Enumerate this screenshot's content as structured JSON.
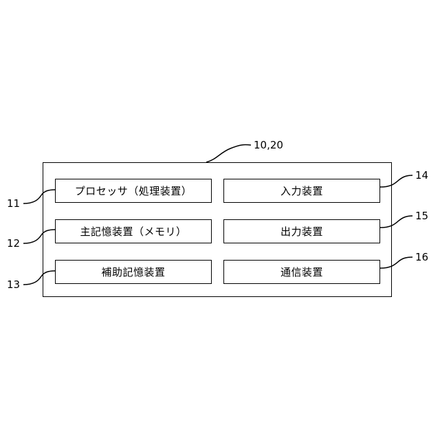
{
  "diagram": {
    "system_ref": "10,20",
    "left_column": [
      {
        "ref": "11",
        "label": "プロセッサ（処理装置）"
      },
      {
        "ref": "12",
        "label": "主記憶装置（メモリ）"
      },
      {
        "ref": "13",
        "label": "補助記憶装置"
      }
    ],
    "right_column": [
      {
        "ref": "14",
        "label": "入力装置"
      },
      {
        "ref": "15",
        "label": "出力装置"
      },
      {
        "ref": "16",
        "label": "通信装置"
      }
    ]
  }
}
